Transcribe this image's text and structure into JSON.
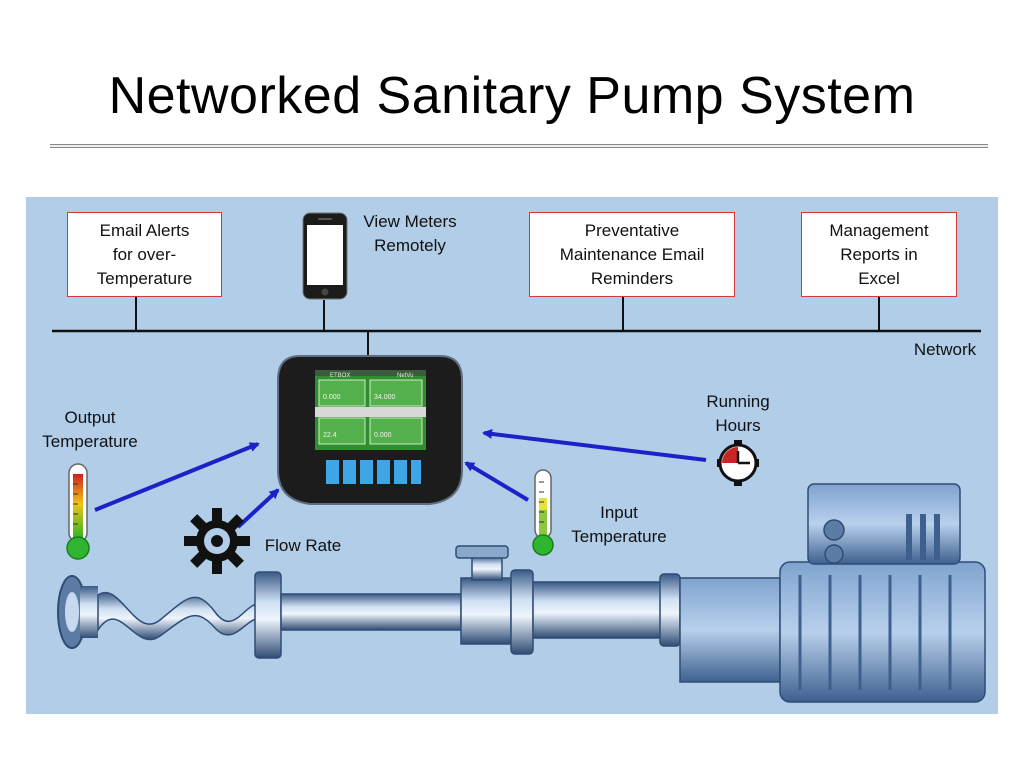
{
  "slide": {
    "title": "Networked Sanitary Pump System"
  },
  "diagram": {
    "email_alerts": "Email Alerts\nfor over-\nTemperature",
    "view_meters": "View Meters\nRemotely",
    "maintenance": "Preventative\nMaintenance Email\nReminders",
    "reports": "Management\nReports in\nExcel",
    "network": "Network",
    "output_temp": "Output\nTemperature",
    "running_hours": "Running\nHours",
    "input_temp": "Input\nTemperature",
    "flow_rate": "Flow Rate",
    "controller_brand": "ETBOX",
    "controller_model": "NetVu",
    "screen_values": [
      "0.000",
      "34.000",
      "22.4",
      "0.000"
    ]
  },
  "colors": {
    "panel_bg": "#b1cde8",
    "box_border": "#d03a3a",
    "arrow": "#1a22c8"
  }
}
